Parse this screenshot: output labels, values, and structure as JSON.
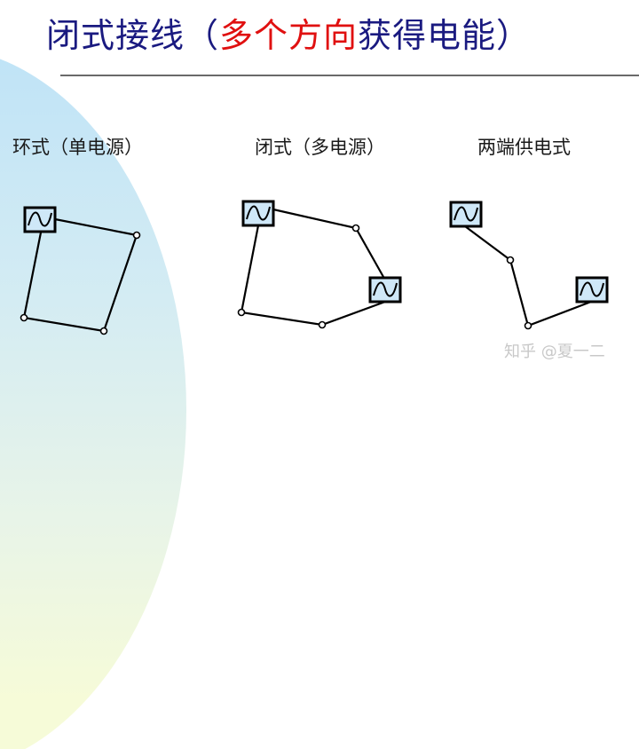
{
  "title": {
    "part1": "闭式接线（",
    "part2": "多个方向",
    "part3": "获得电能）",
    "colors": {
      "main": "#1a1a80",
      "highlight": "#e01010"
    }
  },
  "diagrams": [
    {
      "label": "环式（单电源）"
    },
    {
      "label": "闭式（多电源）"
    },
    {
      "label": "两端供电式"
    }
  ],
  "icons": {
    "source": "ac-source-icon",
    "node": "bus-node-icon"
  },
  "watermark": "知乎 @夏一二"
}
